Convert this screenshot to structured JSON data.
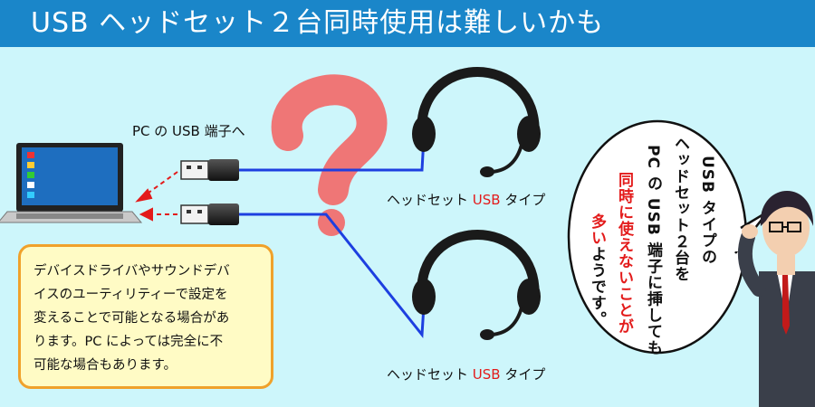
{
  "header": {
    "title": "USB ヘッドセット２台同時使用は難しいかも",
    "bg_color": "#1a86c9"
  },
  "labels": {
    "pc_usb": "PC の USB 端子へ",
    "headset_top": {
      "prefix": "ヘッドセット ",
      "usb": "USB",
      "suffix": " タイプ"
    },
    "headset_bottom": {
      "prefix": "ヘッドセット ",
      "usb": "USB",
      "suffix": " タイプ"
    }
  },
  "note": {
    "lines": [
      "デバイスドライバやサウンドデバ",
      "イスのユーティリティーで設定を",
      "変えることで可能となる場合があ",
      "ります。PC によっては完全に不",
      "可能な場合もあります。"
    ]
  },
  "bubble": {
    "columns": [
      {
        "text": "USB タイプの",
        "color": "black"
      },
      {
        "text": "ヘッドセット２台を",
        "color": "black"
      },
      {
        "text": "PC の USB 端子に挿しても",
        "color": "black"
      },
      {
        "text": "同時に使えないことが",
        "color": "red"
      },
      {
        "text": "多いようです。",
        "color": "mixed",
        "red_part": "多い",
        "black_part": "ようです。"
      }
    ]
  },
  "colors": {
    "accent_red": "#e31b1b",
    "cable_blue": "#1d3fe0",
    "question_mark": "#f26a6a"
  }
}
